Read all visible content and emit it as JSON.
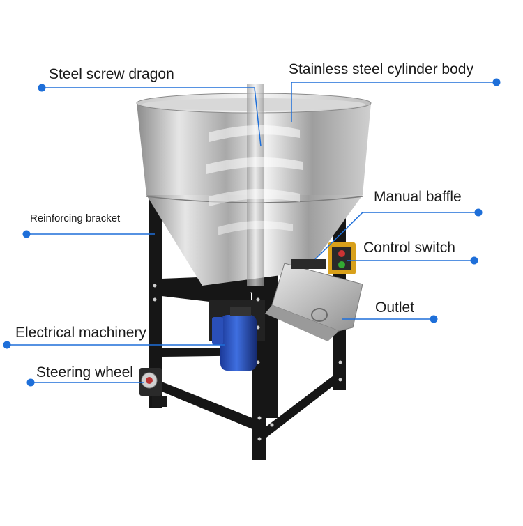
{
  "accent_color": "#1e6fd9",
  "labels": {
    "steel_screw_dragon": "Steel screw dragon",
    "stainless_steel_cylinder_body": "Stainless steel cylinder body",
    "manual_baffle": "Manual baffle",
    "reinforcing_bracket": "Reinforcing bracket",
    "control_switch": "Control switch",
    "outlet": "Outlet",
    "electrical_machinery": "Electrical machinery",
    "steering_wheel": "Steering wheel"
  }
}
